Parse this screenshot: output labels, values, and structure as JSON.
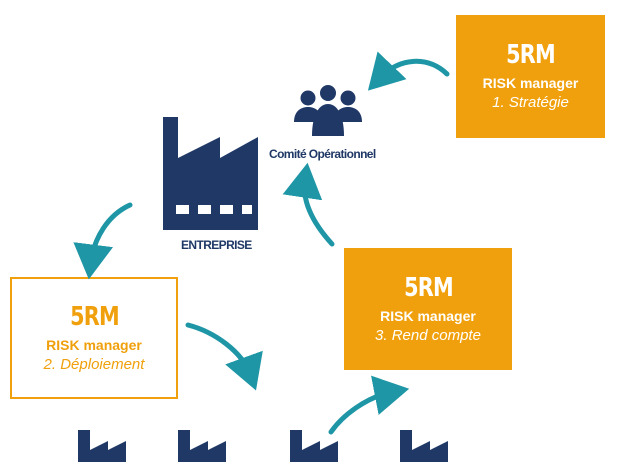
{
  "diagram": {
    "committee": {
      "label": "Comité Opérationnel",
      "icon": "people-group-icon"
    },
    "enterprise": {
      "label": "ENTREPRISE",
      "icon": "factory-icon"
    },
    "boxes": [
      {
        "brand": "5RM",
        "role": "RISK manager",
        "phase": "1. Stratégie"
      },
      {
        "brand": "5RM",
        "role": "RISK manager",
        "phase": "2. Déploiement"
      },
      {
        "brand": "5RM",
        "role": "RISK manager",
        "phase": "3. Rend compte"
      }
    ],
    "colors": {
      "orange": "#f0a00c",
      "navy": "#1f3866",
      "teal": "#1e96a6",
      "white": "#ffffff"
    }
  }
}
